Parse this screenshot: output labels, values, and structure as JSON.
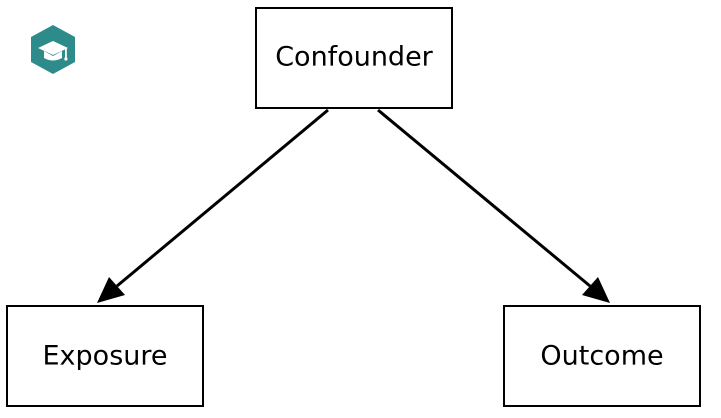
{
  "diagram": {
    "nodes": {
      "confounder": {
        "label": "Confounder"
      },
      "exposure": {
        "label": "Exposure"
      },
      "outcome": {
        "label": "Outcome"
      }
    },
    "edges": [
      {
        "from": "Confounder",
        "to": "Exposure"
      },
      {
        "from": "Confounder",
        "to": "Outcome"
      }
    ]
  },
  "logo": {
    "icon": "graduation-cap-icon",
    "colors": {
      "hexagon": "#2e8b8b",
      "cap": "#ffffff"
    }
  },
  "colors": {
    "background": "#ffffff",
    "stroke": "#000000",
    "text": "#000000"
  }
}
